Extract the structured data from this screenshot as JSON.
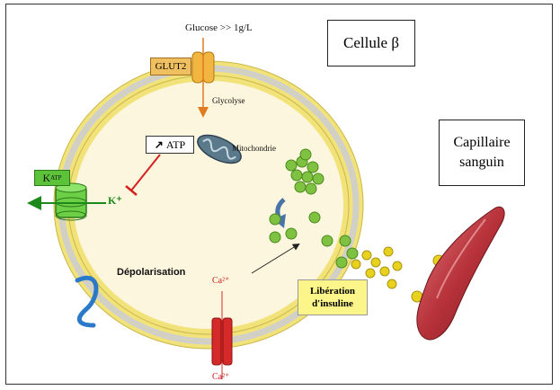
{
  "labels": {
    "cell_title": "Cellule β",
    "capillary_line1": "Capillaire",
    "capillary_line2": "sanguin",
    "glucose": "Glucose >> 1g/L",
    "glut2": "GLUT2",
    "glycolysis": "Glycolyse",
    "atp": "ATP",
    "mitochondria": "Mitochondrie",
    "katp_main": "K",
    "katp_sub": "ATP",
    "k_ion": "K⁺",
    "depolarisation": "Dépolarisation",
    "ca_in": "Ca²⁺",
    "ca_out": "Ca²⁺",
    "liberation_line1": "Libération",
    "liberation_line2": "d'insuline"
  },
  "colors": {
    "membrane_head": "#f2e27a",
    "membrane_tail": "#c8c8c8",
    "cytoplasm": "#fdf6de",
    "glut2": "#f0c060",
    "katp_channel": "#5cc23a",
    "k_label": "#1b8a1b",
    "ca_channel": "#d62a2a",
    "ca_label": "#cc1f1f",
    "inhibition_arrow": "#d42020",
    "glucose_arrow": "#e07b20",
    "insulin_granule": "#7fc241",
    "insulin_free": "#e8d21e",
    "capillary": "#b8323a",
    "depolarisation_wave": "#2a7ac9",
    "liberation_box": "#fbf58a"
  },
  "icons": {
    "atp_arrow": "arrow-up-right-icon",
    "recycle": "curved-arrow-icon"
  }
}
